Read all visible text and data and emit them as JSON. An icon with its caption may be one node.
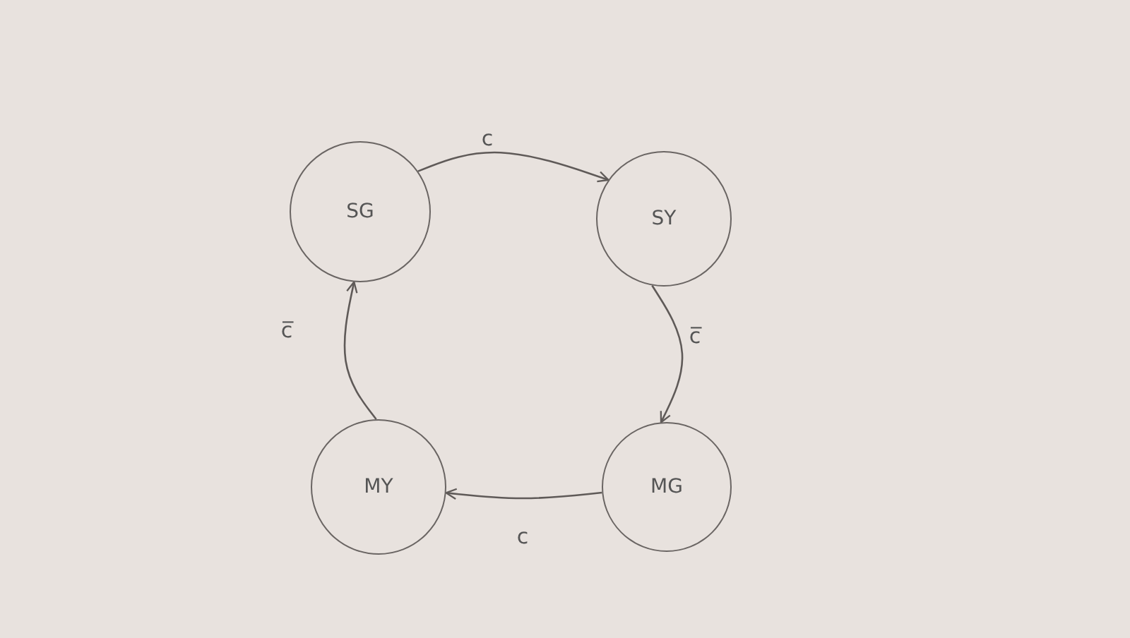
{
  "diagram": {
    "nodes": [
      {
        "text": [
          "SG"
        ]
      },
      {
        "text": [
          "SY"
        ]
      },
      {
        "text": [
          "MG"
        ]
      },
      {
        "text": [
          "MY"
        ]
      }
    ],
    "edges": [
      {
        "from": 0,
        "to": 1,
        "arrow": "to",
        "label": "c"
      },
      {
        "from": 1,
        "to": 2,
        "arrow": "to",
        "label": "c̅"
      },
      {
        "from": 2,
        "to": 3,
        "arrow": "to",
        "label": "c"
      },
      {
        "from": 3,
        "to": 0,
        "arrow": "to",
        "label": "c̅"
      }
    ]
  }
}
